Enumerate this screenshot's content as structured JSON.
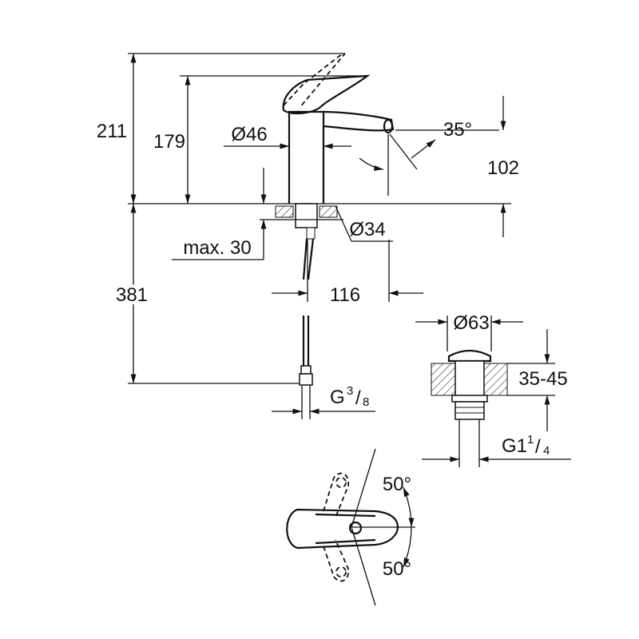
{
  "dimensions": {
    "total_height": "211",
    "lever_height": "179",
    "body_diameter": "Ø46",
    "spout_angle": "35°",
    "spout_height": "102",
    "hole_diameter": "Ø34",
    "max_thickness": "max. 30",
    "hose_length": "381",
    "spout_reach": "116",
    "drain_diameter": "Ø63",
    "drain_range": "35-45",
    "hose_thread_main": "G",
    "hose_thread_num": "3",
    "hose_thread_den": "8",
    "drain_thread_main": "G1",
    "drain_thread_num": "1",
    "drain_thread_den": "4",
    "rotation_up": "50°",
    "rotation_down": "50°"
  }
}
